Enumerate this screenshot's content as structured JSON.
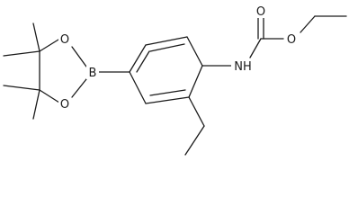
{
  "molecule": {
    "atoms": {
      "oxygen_carbonyl": "O",
      "oxygen_ester": "O",
      "nitrogen_amide": "NH",
      "boron": "B",
      "oxygen_boronate_top": "O",
      "oxygen_boronate_bottom": "O"
    },
    "colors": {
      "bond": "#1a1a1a",
      "label": "#1a1a1a",
      "background": "#ffffff"
    }
  }
}
